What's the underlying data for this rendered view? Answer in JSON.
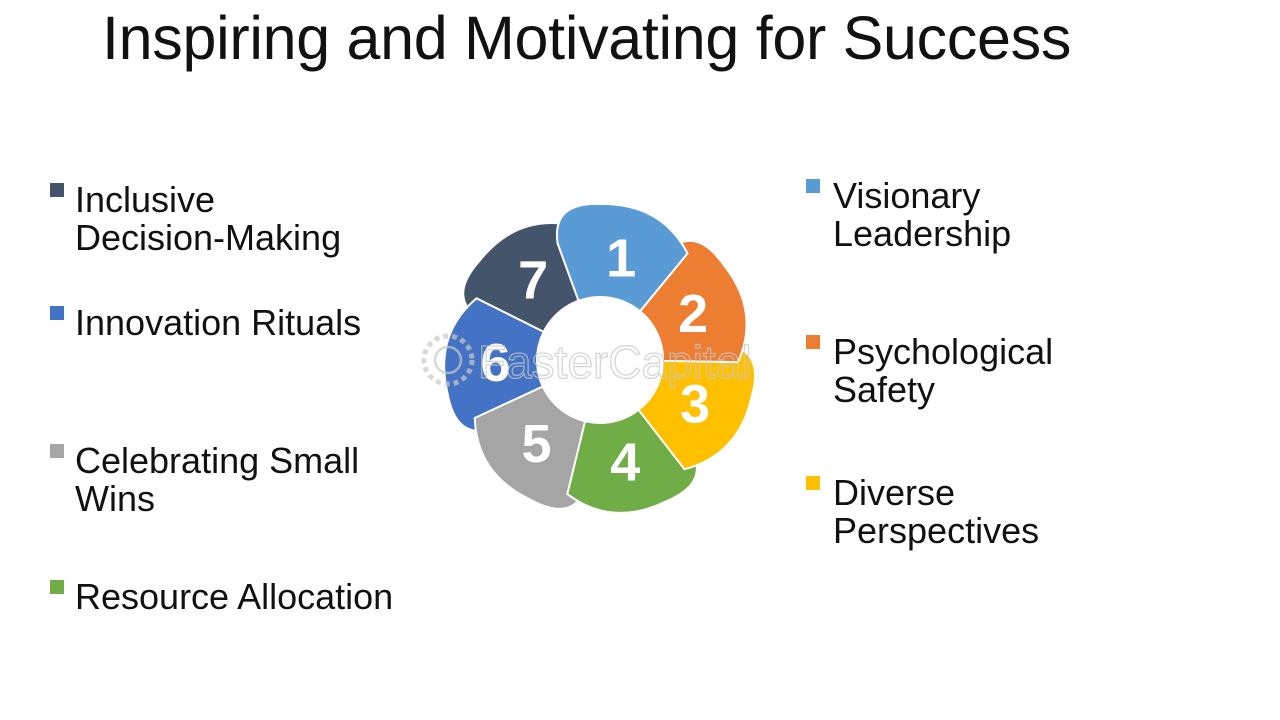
{
  "title": "Inspiring and Motivating for Success",
  "items": [
    {
      "number": "1",
      "label": "Visionary\nLeadership",
      "color": "#5b9bd5"
    },
    {
      "number": "2",
      "label": "Psychological\nSafety",
      "color": "#ed7d31"
    },
    {
      "number": "3",
      "label": "Diverse\nPerspectives",
      "color": "#ffc000"
    },
    {
      "number": "4",
      "label": "Resource Allocation",
      "color": "#70ad47"
    },
    {
      "number": "5",
      "label": "Celebrating Small\nWins",
      "color": "#a5a5a5"
    },
    {
      "number": "6",
      "label": "Innovation Rituals",
      "color": "#4472c4"
    },
    {
      "number": "7",
      "label": "Inclusive\nDecision-Making",
      "color": "#44546a"
    }
  ],
  "watermark": "FasterCapital"
}
